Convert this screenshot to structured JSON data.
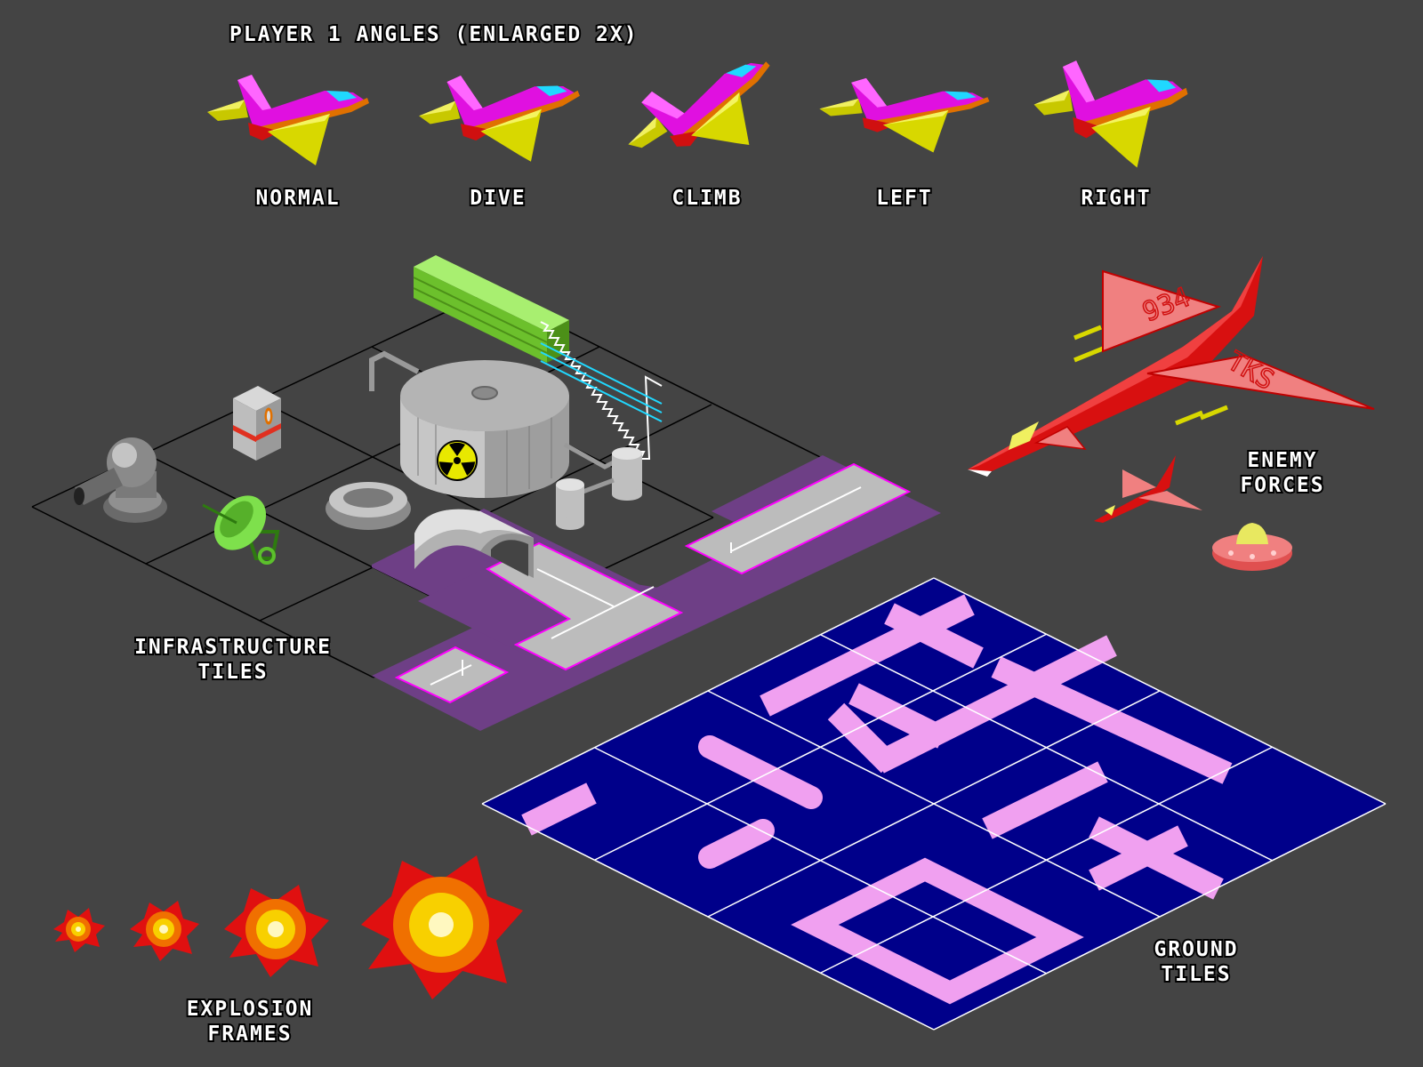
{
  "header": {
    "title": "PLAYER 1 ANGLES (ENLARGED 2X)"
  },
  "player_angles": [
    {
      "label": "NORMAL"
    },
    {
      "label": "DIVE"
    },
    {
      "label": "CLIMB"
    },
    {
      "label": "LEFT"
    },
    {
      "label": "RIGHT"
    }
  ],
  "infrastructure": {
    "label_line1": "INFRASTRUCTURE",
    "label_line2": "TILES"
  },
  "enemy": {
    "label_line1": "ENEMY",
    "label_line2": "FORCES",
    "tail_marking": "934",
    "wing_marking": "TKS"
  },
  "ground": {
    "label_line1": "GROUND",
    "label_line2": "TILES"
  },
  "explosions": {
    "label_line1": "EXPLOSION",
    "label_line2": "FRAMES",
    "frame_count": 4
  },
  "colors": {
    "background": "#444444",
    "jet_body": "#e010e0",
    "jet_wing": "#d8d800",
    "jet_stripe": "#e07000",
    "jet_canopy": "#20d8ff",
    "enemy_red": "#d81010",
    "enemy_pink": "#f08080",
    "runway_purple": "#6e3f86",
    "runway_gray": "#bcbcbc",
    "ground_blue": "#00008a",
    "ground_path": "#f0a0f0",
    "bunker_green": "#7ecf3c"
  },
  "icons": [
    "fighter-jet-sprite",
    "turret-icon",
    "fuel-tank-icon",
    "reactor-icon",
    "radiation-icon",
    "radar-dish-icon",
    "silo-icon",
    "hangar-icon",
    "bunker-icon",
    "electric-fence-icon",
    "enemy-jet-icon",
    "ufo-icon",
    "explosion-icon"
  ]
}
